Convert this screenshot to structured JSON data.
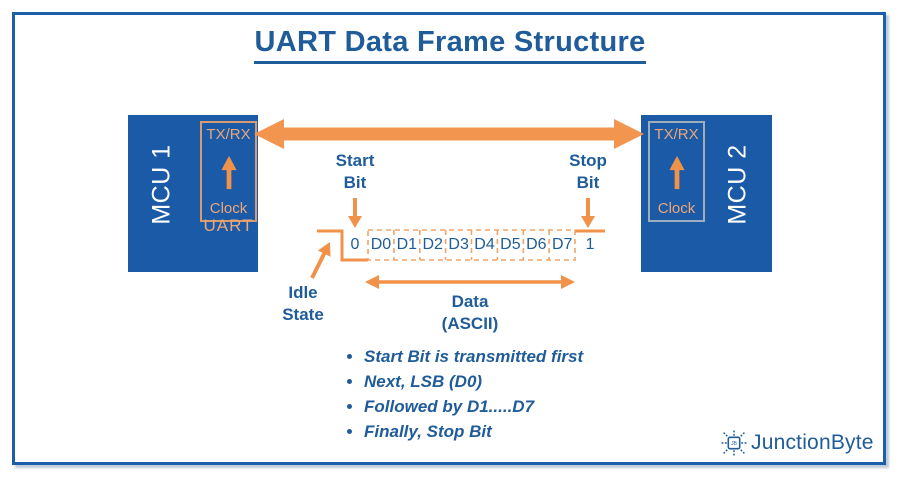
{
  "title": "UART Data Frame Structure",
  "mcu1": {
    "name": "MCU 1",
    "port": "TX/RX",
    "clock": "Clock",
    "uart": "UART"
  },
  "mcu2": {
    "name": "MCU 2",
    "port": "TX/RX",
    "clock": "Clock"
  },
  "frame": {
    "start_label_1": "Start",
    "start_label_2": "Bit",
    "stop_label_1": "Stop",
    "stop_label_2": "Bit",
    "idle_label_1": "Idle",
    "idle_label_2": "State",
    "data_label_1": "Data",
    "data_label_2": "(ASCII)",
    "start_bit": "0",
    "stop_bit": "1",
    "data_bits": [
      "D0",
      "D1",
      "D2",
      "D3",
      "D4",
      "D5",
      "D6",
      "D7"
    ]
  },
  "notes": {
    "items": [
      "Start Bit is transmitted first",
      "Next, LSB (D0)",
      "Followed by D1.....D7",
      "Finally, Stop Bit"
    ]
  },
  "logo": {
    "text": "JunctionByte"
  },
  "colors": {
    "primary_blue": "#1F5C99",
    "mcu_fill": "#1A5AA6",
    "accent_orange": "#F0924A",
    "light_orange": "#ECA678",
    "port_border_mcu1": "#D79B6F",
    "port_border_mcu2": "#9FAEBD",
    "frame_border": "#1C5FA8"
  }
}
